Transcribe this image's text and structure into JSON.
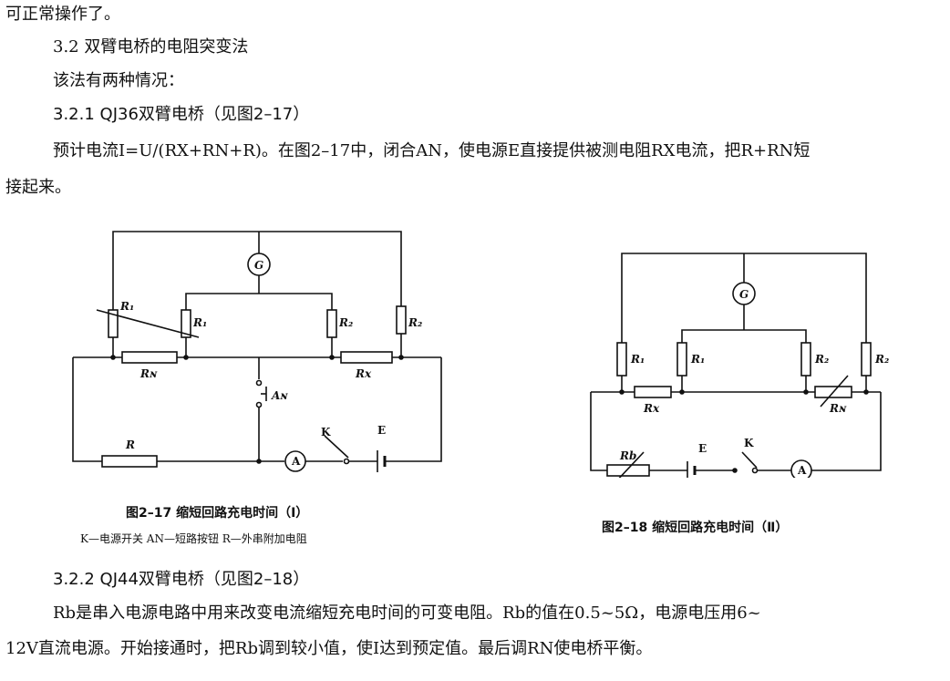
{
  "text": {
    "line1": "可正常操作了。",
    "sec32": "3.2  双臂电桥的电阻突变法",
    "intro": "该法有两种情况：",
    "sec321": "3.2.1  QJ36双臂电桥（见图2–17）",
    "para1_line1": "预计电流I=U/(RX+RN+R)。在图2–17中，闭合AN，使电源E直接提供被测电阻RX电流，把R+RN短",
    "para1_line2": "接起来。",
    "sec322": "3.2.2  QJ44双臂电桥（见图2–18）",
    "para2_line1": "Rb是串入电源电路中用来改变电流缩短充电时间的可变电阻。Rb的值在0.5~5Ω，电源电压用6~",
    "para2_line2": "12V直流电源。开始接通时，把Rb调到较小值，使I达到预定值。最后调RN使电桥平衡。"
  },
  "fig17": {
    "caption": "图2–17  缩短回路充电时间（Ⅰ）",
    "legend": "K—电源开关   AN—短路按钮   R—外串附加电阻",
    "labels": {
      "g": "G",
      "r1a": "R₁",
      "r1b": "R₁",
      "r2a": "R₂",
      "r2b": "R₂",
      "rn": "Rɴ",
      "rx": "Rx",
      "an": "Aɴ",
      "r": "R",
      "a": "A",
      "k": "K",
      "e": "E"
    }
  },
  "fig18": {
    "caption": "图2–18  缩短回路充电时间（Ⅱ）",
    "labels": {
      "g": "G",
      "r1a": "R₁",
      "r1b": "R₁",
      "r2a": "R₂",
      "r2b": "R₂",
      "rx": "Rx",
      "rn": "Rɴ",
      "rb": "Rb",
      "e": "E",
      "k": "K",
      "a": "A"
    }
  }
}
